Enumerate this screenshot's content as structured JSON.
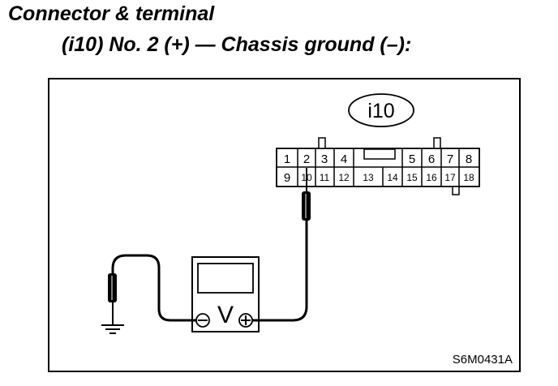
{
  "heading": {
    "line1": "Connector & terminal",
    "line2": "(i10) No. 2 (+) — Chassis ground (–):"
  },
  "connector": {
    "label": "i10",
    "top_row": [
      "1",
      "2",
      "3",
      "4",
      "5",
      "6",
      "7",
      "8"
    ],
    "bottom_row": [
      "9",
      "10",
      "11",
      "12",
      "13",
      "14",
      "15",
      "16",
      "17",
      "18"
    ]
  },
  "meter": {
    "symbol": "V",
    "neg_terminal_icon": "minus-circle-icon",
    "pos_terminal_icon": "plus-circle-icon"
  },
  "ground_icon": "chassis-ground-icon",
  "figure_id": "S6M0431A"
}
